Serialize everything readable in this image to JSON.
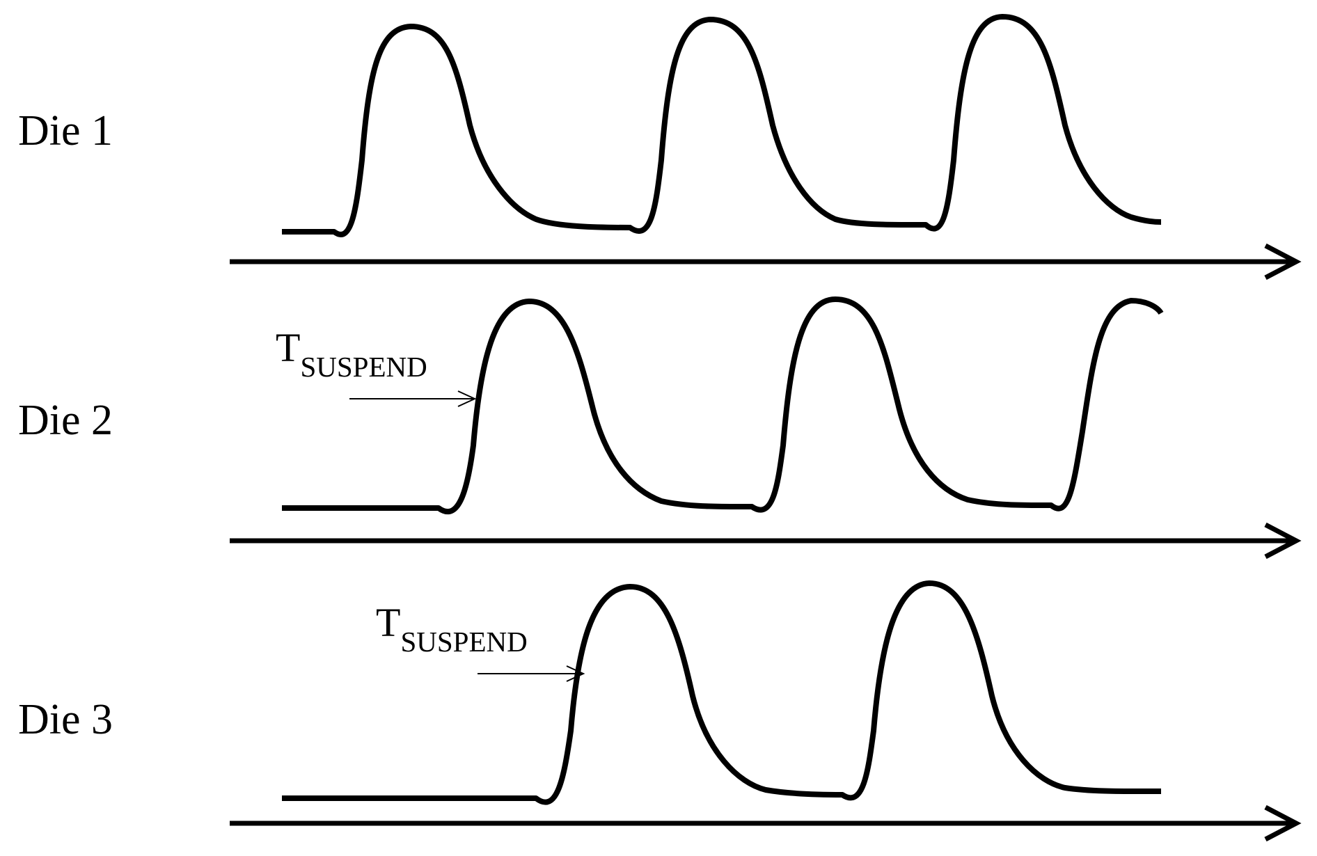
{
  "dies": [
    {
      "label": "Die 1",
      "suspend_label": null
    },
    {
      "label": "Die 2",
      "suspend_label": {
        "main": "T",
        "sub": "SUSPEND"
      }
    },
    {
      "label": "Die 3",
      "suspend_label": {
        "main": "T",
        "sub": "SUSPEND"
      }
    }
  ],
  "colors": {
    "ink": "#000000",
    "background": "#ffffff"
  }
}
